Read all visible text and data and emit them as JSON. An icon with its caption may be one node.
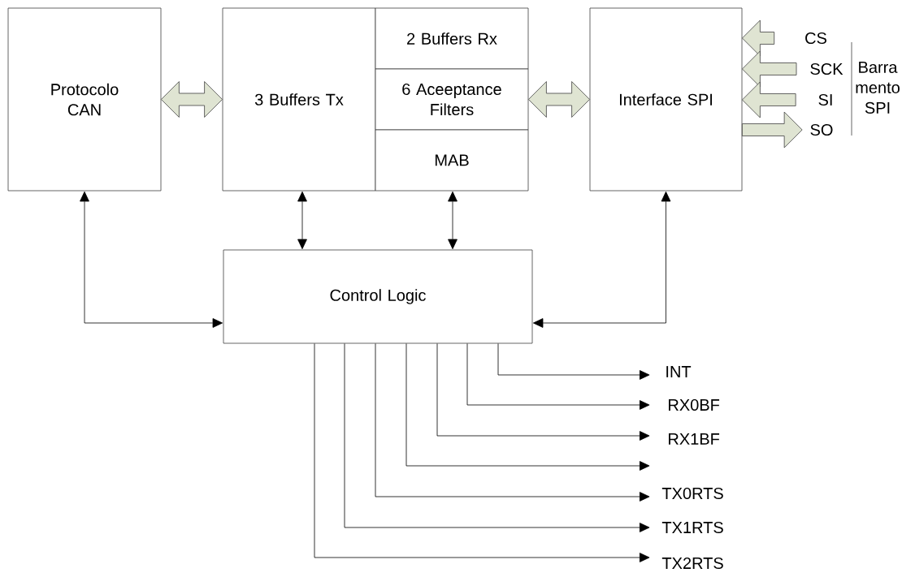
{
  "diagram": {
    "nodes": [
      {
        "text": [
          "Protocolo CAN"
        ]
      },
      {
        "text": [
          "3 Buffers Tx"
        ]
      },
      {
        "text": [
          "2 Buffers Rx"
        ]
      },
      {
        "text": [
          "6 Aceeptance Filters"
        ]
      },
      {
        "text": [
          "MAB"
        ]
      },
      {
        "text": [
          "Interface SPI"
        ]
      },
      {
        "text": [
          "Control Logic"
        ]
      },
      {
        "text": [
          "CS"
        ]
      },
      {
        "text": [
          "SCK"
        ]
      },
      {
        "text": [
          "SI"
        ]
      },
      {
        "text": [
          "SO"
        ]
      },
      {
        "text": [
          "INT"
        ]
      },
      {
        "text": [
          "RX0BF"
        ]
      },
      {
        "text": [
          "RX1BF"
        ]
      },
      {
        "text": [
          "TX0RTS"
        ]
      },
      {
        "text": [
          "TX1RTS"
        ]
      },
      {
        "text": [
          "TX2RTS"
        ]
      }
    ],
    "edges": [
      {
        "from": 0,
        "to": 1,
        "arrow": "both",
        "style": "thick",
        "color": "#dfe4d2"
      },
      {
        "from": 3,
        "to": 5,
        "arrow": "both",
        "style": "thick",
        "color": "#dfe4d2"
      },
      {
        "from": 7,
        "to": 5,
        "arrow": "to",
        "style": "thick",
        "color": "#dfe4d2"
      },
      {
        "from": 8,
        "to": 5,
        "arrow": "to",
        "style": "thick",
        "color": "#dfe4d2"
      },
      {
        "from": 9,
        "to": 5,
        "arrow": "to",
        "style": "thick",
        "color": "#dfe4d2"
      },
      {
        "from": 5,
        "to": 10,
        "arrow": "to",
        "style": "thick",
        "color": "#dfe4d2"
      },
      {
        "from": 0,
        "to": 6,
        "arrow": "both"
      },
      {
        "from": 1,
        "to": 6,
        "arrow": "both"
      },
      {
        "from": 4,
        "to": 6,
        "arrow": "both"
      },
      {
        "from": 5,
        "to": 6,
        "arrow": "both"
      },
      {
        "from": 6,
        "to": 11,
        "arrow": "to"
      },
      {
        "from": 6,
        "to": 12,
        "arrow": "to"
      },
      {
        "from": 6,
        "to": 13,
        "arrow": "to"
      },
      {
        "from": 6,
        "to": null,
        "arrow": "to"
      },
      {
        "from": 6,
        "to": 14,
        "arrow": "to"
      },
      {
        "from": 6,
        "to": 15,
        "arrow": "to"
      },
      {
        "from": 6,
        "to": 16,
        "arrow": "to"
      }
    ],
    "labels": [
      "Barra mento SPI"
    ]
  }
}
